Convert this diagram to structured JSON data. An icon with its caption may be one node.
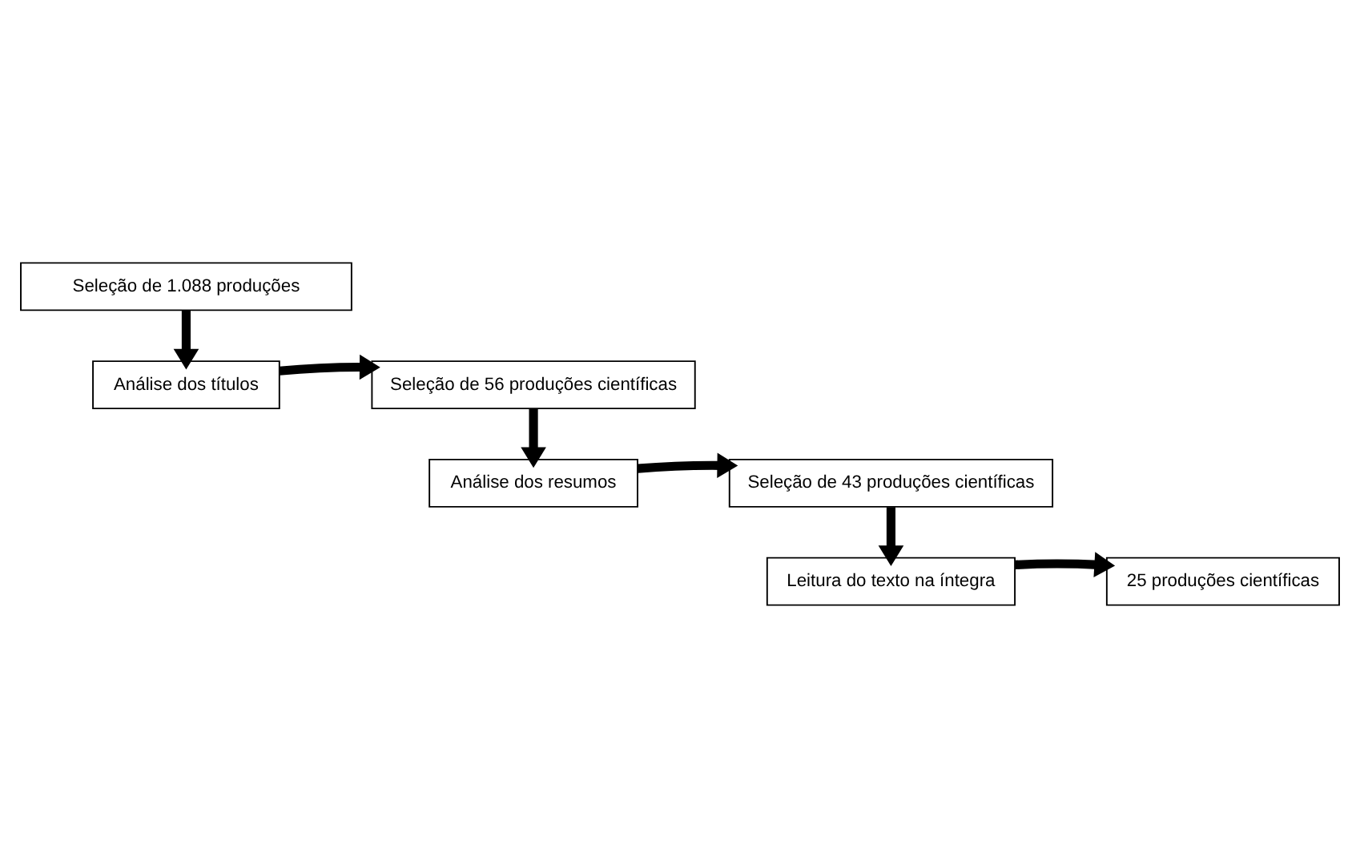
{
  "diagram": {
    "nodes": [
      {
        "text": [
          "Seleção de 1.088 produções"
        ]
      },
      {
        "text": [
          "Análise dos títulos"
        ]
      },
      {
        "text": [
          "Seleção de 56 produções científicas"
        ]
      },
      {
        "text": [
          "Análise dos resumos"
        ]
      },
      {
        "text": [
          "Seleção de 43 produções científicas"
        ]
      },
      {
        "text": [
          "Leitura do texto na íntegra"
        ]
      },
      {
        "text": [
          "25 produções científicas"
        ]
      }
    ],
    "edges": [
      {
        "from": 0,
        "to": 1,
        "arrow": "to"
      },
      {
        "from": 1,
        "to": 2,
        "arrow": "to"
      },
      {
        "from": 2,
        "to": 3,
        "arrow": "to"
      },
      {
        "from": 3,
        "to": 4,
        "arrow": "to"
      },
      {
        "from": 4,
        "to": 5,
        "arrow": "to"
      },
      {
        "from": 5,
        "to": 6,
        "arrow": "to"
      }
    ]
  }
}
